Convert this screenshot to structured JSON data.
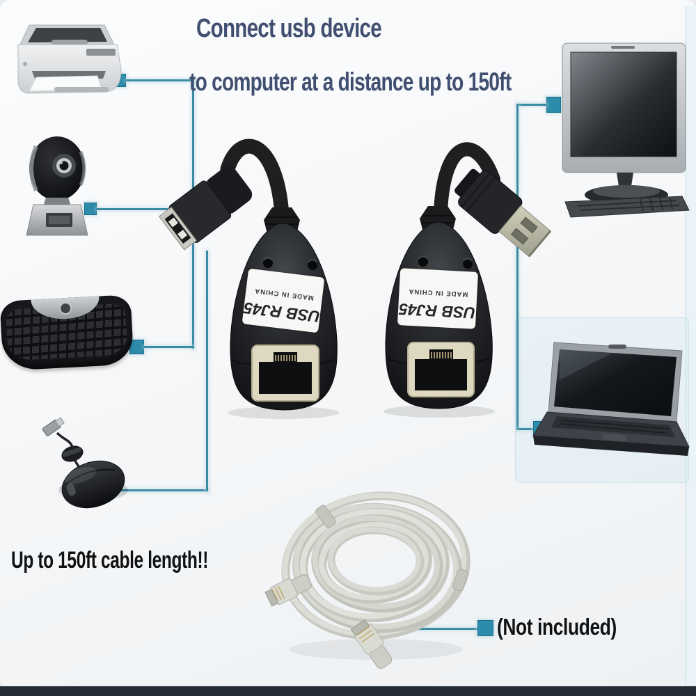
{
  "title": {
    "line1": "Connect usb device",
    "line2": "to computer at a distance up to 150ft"
  },
  "captions": {
    "cable_length": "Up to 150ft cable length!!",
    "not_included": "(Not included)"
  },
  "adapter_left_label": {
    "title": "USB RJ45",
    "subtitle": "MADE IN CHINA"
  },
  "adapter_right_label": {
    "title": "USB RJ45",
    "subtitle": "MADE IN CHINA"
  },
  "figures": {
    "printer": "printer-photo",
    "webcam": "webcam-photo",
    "keyboard": "keyboard-photo",
    "mouse": "retractable-mouse-photo",
    "monitor": "desktop-monitor-photo",
    "laptop": "laptop-photo",
    "adapters": "usb-rj45-extender-adapters-photo",
    "ethernet_cable": "ethernet-cable-coil-photo"
  },
  "colors": {
    "accent_teal_square": "#2e8cab",
    "wire_teal": "#3d8ba3",
    "title_navy": "#404f70",
    "footer_bar": "#242c36",
    "background": "#f5f7f8"
  }
}
